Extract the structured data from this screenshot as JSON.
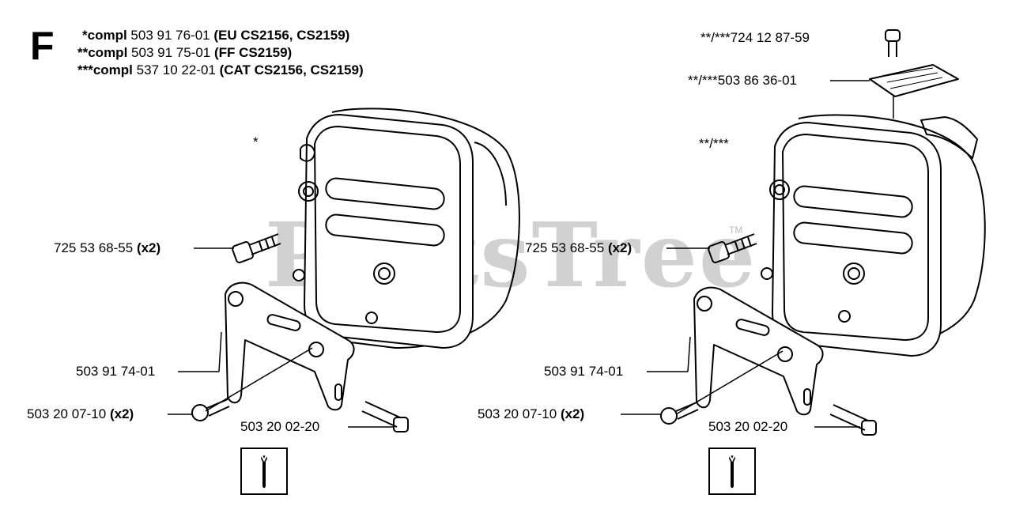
{
  "section_letter": "F",
  "header": [
    {
      "prefix": "*compl",
      "number": "503 91 76-01",
      "note": "(EU CS2156, CS2159)"
    },
    {
      "prefix": "**compl",
      "number": "503 91 75-01",
      "note": "(FF CS2159)"
    },
    {
      "prefix": "***compl",
      "number": "537 10 22-01",
      "note": "(CAT CS2156, CS2159)"
    }
  ],
  "left": {
    "marker": "*",
    "labels": {
      "screw": {
        "num": "725 53 68-55",
        "qty": "(x2)"
      },
      "bracket": {
        "num": "503 91 74-01"
      },
      "bolt_a": {
        "num": "503 20 07-10",
        "qty": "(x2)"
      },
      "bolt_b": {
        "num": "503 20 02-20"
      }
    }
  },
  "right": {
    "marker": "**/***",
    "labels": {
      "top_screw": {
        "num": "**/***724 12 87-59"
      },
      "plate": {
        "num": "**/***503 86 36-01"
      },
      "screw": {
        "num": "725 53 68-55",
        "qty": "(x2)"
      },
      "bracket": {
        "num": "503 91 74-01"
      },
      "bolt_a": {
        "num": "503 20 07-10",
        "qty": "(x2)"
      },
      "bolt_b": {
        "num": "503 20 02-20"
      }
    }
  },
  "watermark": {
    "text": "PartsTree",
    "tm": "TM"
  },
  "icons": [
    "wrench-icon",
    "wrench-icon"
  ],
  "colors": {
    "line": "#000000",
    "watermark": "#c9c9c9"
  }
}
